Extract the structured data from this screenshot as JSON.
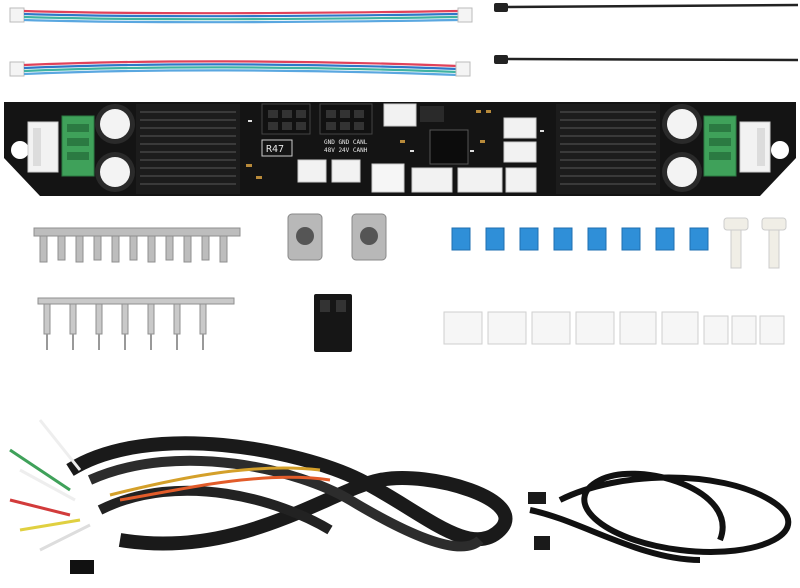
{
  "board": {
    "label_main": "R47",
    "silk_line1": "GND GND CANL",
    "silk_line2": "48V 24V CANH"
  },
  "colors": {
    "pcb": "#141414",
    "heatsink": "#1c1c1c",
    "terminal_green": "#3fa15a",
    "jumper_blue": "#2f8fd8",
    "wire_red": "#e0425a",
    "wire_blue": "#2f78c8",
    "wire_teal": "#3fb3a3",
    "cable_black": "#1a1a1a",
    "connector_white": "#f2f2f2"
  },
  "items": {
    "jst_cables": 2,
    "cable_ties": 2,
    "t_nuts": 2,
    "jumpers": 8,
    "thumb_screws": 2,
    "jst_housings": 9,
    "crimp_strips": 2
  }
}
